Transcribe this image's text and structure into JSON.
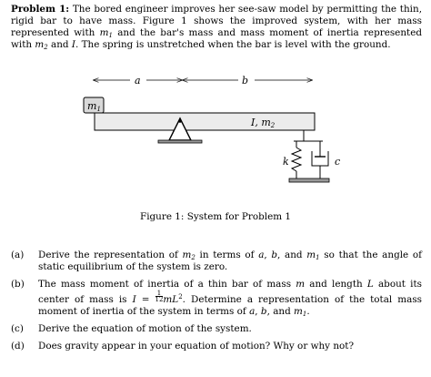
{
  "problem": {
    "heading": "Problem 1:",
    "s1": "The bored engineer improves her see-saw model by permitting the thin, rigid bar to have mass. Figure 1 shows the improved system, with her mass represented with",
    "s2": "and the bar's mass and mass moment of inertia represented with",
    "s3": "and",
    "s4": ". The spring is unstretched when the bar is level with the ground."
  },
  "symbols": {
    "m": "m",
    "sub1": "1",
    "sub2": "2",
    "I": "I",
    "a": "a",
    "b": "b",
    "k": "k",
    "c": "c",
    "L": "L",
    "I_m2_label": "I, m",
    "comma": ","
  },
  "figure": {
    "caption": "Figure 1: System for Problem 1",
    "colors": {
      "bar_fill": "#ececec",
      "mass_fill": "#d9d9d9",
      "ground": "#999999",
      "line": "#000000"
    }
  },
  "parts": [
    {
      "label": "(a)",
      "t1": "Derive the representation of",
      "t2": "in terms of",
      "t3": "and",
      "t4": "so that the angle of static equilibrium of the system is zero."
    },
    {
      "label": "(b)",
      "t1": "The mass moment of inertia of a thin bar of mass",
      "t2": "and length",
      "t3": "about its center of mass is",
      "eq": "=",
      "num": "1",
      "den": "12",
      "t4": ". Determine a representation of the total mass moment of inertia of the system in terms of",
      "t5": "and",
      "t6": "."
    },
    {
      "label": "(c)",
      "t1": "Derive the equation of motion of the system."
    },
    {
      "label": "(d)",
      "t1": "Does gravity appear in your equation of motion? Why or why not?"
    }
  ]
}
